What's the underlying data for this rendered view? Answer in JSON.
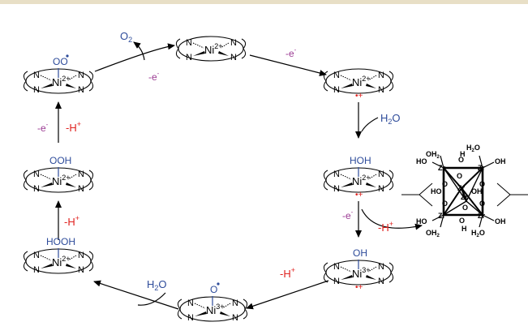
{
  "colors": {
    "top_bar": "#e8dfc6",
    "ligand": "#2d4b9a",
    "proton": "#e0221f",
    "electron": "#9b3a93",
    "black": "#000000"
  },
  "complex_atom_labels": {
    "n": "N"
  },
  "complexes": [
    {
      "id": "c1",
      "metal": "Ni",
      "charge": "2+",
      "ligand": "OO",
      "radical_on_ligand": true,
      "ring_radical": ""
    },
    {
      "id": "c2",
      "metal": "Ni",
      "charge": "2+",
      "ligand": "",
      "radical_on_ligand": false,
      "ring_radical": ""
    },
    {
      "id": "c3",
      "metal": "Ni",
      "charge": "2+",
      "ligand": "",
      "radical_on_ligand": false,
      "ring_radical": "•+"
    },
    {
      "id": "c4",
      "metal": "Ni",
      "charge": "2+",
      "ligand": "HOH",
      "radical_on_ligand": false,
      "ring_radical": "•+"
    },
    {
      "id": "c5",
      "metal": "Ni",
      "charge": "3+",
      "ligand": "OH",
      "radical_on_ligand": false,
      "ring_radical": "•+"
    },
    {
      "id": "c6",
      "metal": "Ni",
      "charge": "3+",
      "ligand": "O",
      "radical_on_ligand": true,
      "ring_radical": ""
    },
    {
      "id": "c7",
      "metal": "Ni",
      "charge": "2+",
      "ligand": "HOOH",
      "radical_on_ligand": false,
      "ring_radical": ""
    },
    {
      "id": "c8",
      "metal": "Ni",
      "charge": "2+",
      "ligand": "OOH",
      "radical_on_ligand": false,
      "ring_radical": ""
    }
  ],
  "step_labels": {
    "o2_release": {
      "prefix": "O",
      "sub": "2"
    },
    "electron_loss": "-e",
    "electron_sup": "-",
    "proton_loss": "-H",
    "proton_sup": "+",
    "water": {
      "prefix": "H",
      "sub": "2",
      "suffix": "O"
    }
  },
  "zr_cluster": {
    "zr_label": "Zr",
    "oh2_prefix": "OH",
    "oh2_sub": "2",
    "h2o_prefix": "H",
    "h2o_sub": "2",
    "h2o_suffix": "O",
    "oh_label": "OH",
    "ho_label": "HO",
    "o_label": "O",
    "h_label": "H"
  }
}
